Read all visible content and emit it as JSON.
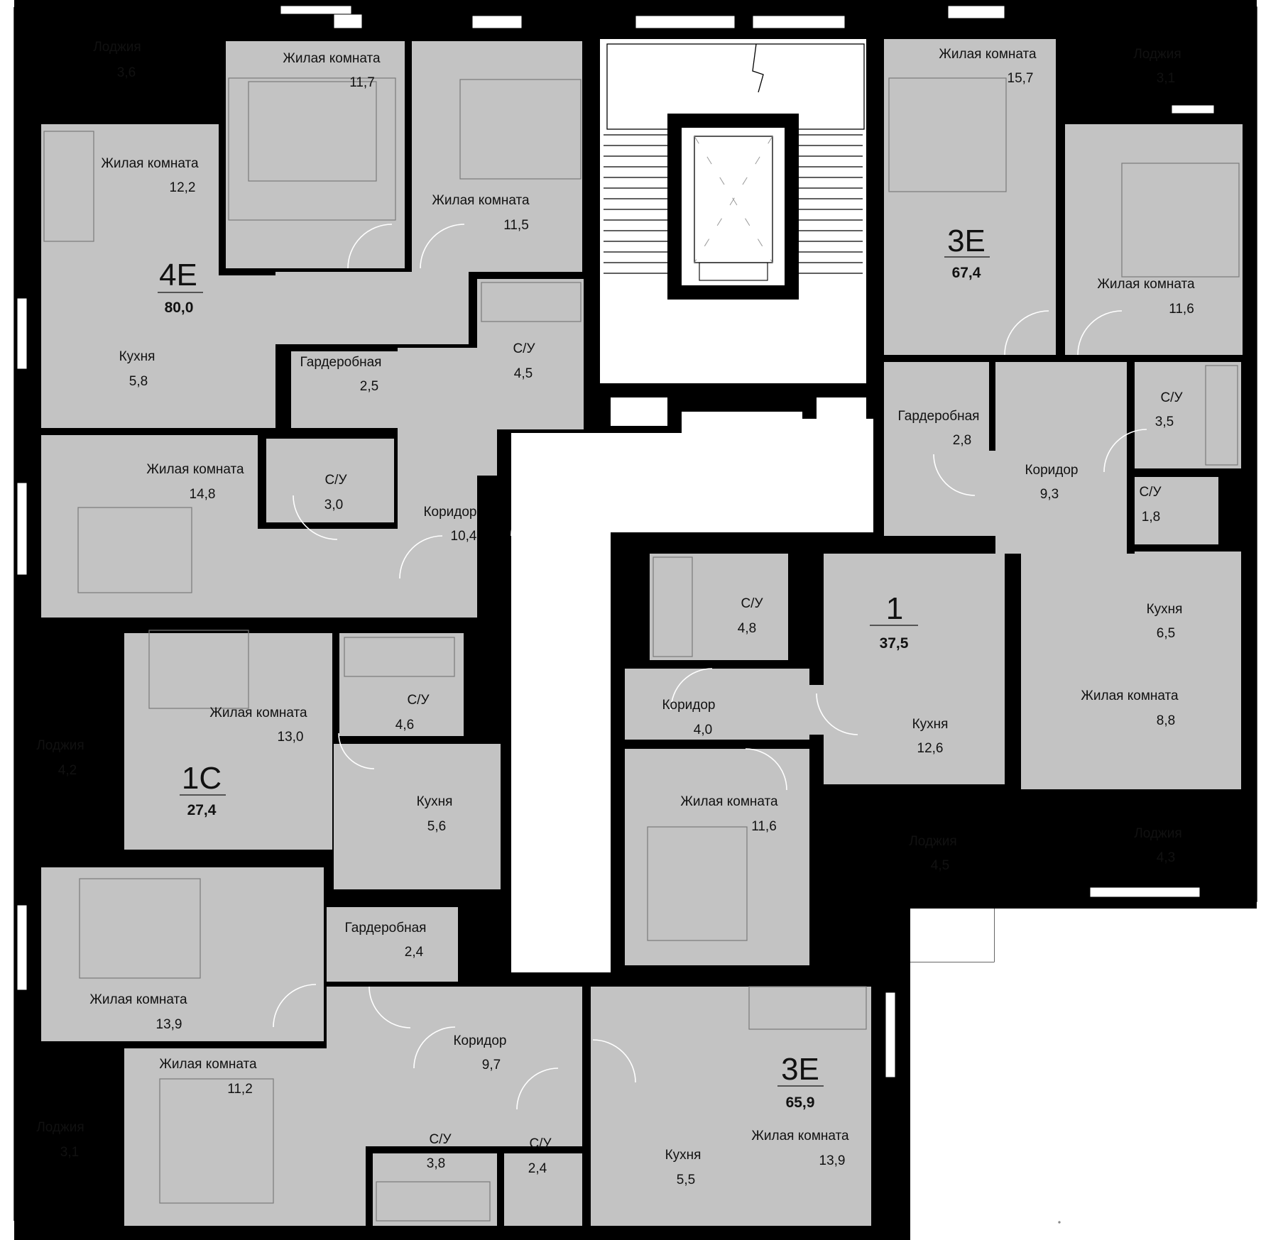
{
  "apartments": [
    {
      "code": "4E",
      "area": "80,0"
    },
    {
      "code": "3E",
      "area": "67,4"
    },
    {
      "code": "1",
      "area": "37,5"
    },
    {
      "code": "1С",
      "area": "27,4"
    },
    {
      "code": "3E",
      "area": "65,9"
    }
  ],
  "rooms": [
    {
      "name": "Лоджия",
      "area": "3,6"
    },
    {
      "name": "Жилая комната",
      "area": "11,7"
    },
    {
      "name": "Жилая комната",
      "area": "12,2"
    },
    {
      "name": "Жилая комната",
      "area": "11,5"
    },
    {
      "name": "Кухня",
      "area": "5,8"
    },
    {
      "name": "Гардеробная",
      "area": "2,5"
    },
    {
      "name": "С/У",
      "area": "4,5"
    },
    {
      "name": "Жилая комната",
      "area": "14,8"
    },
    {
      "name": "С/У",
      "area": "3,0"
    },
    {
      "name": "Коридор",
      "area": "10,4"
    },
    {
      "name": "Жилая комната",
      "area": "15,7"
    },
    {
      "name": "Лоджия",
      "area": "3,1"
    },
    {
      "name": "Жилая комната",
      "area": "11,6"
    },
    {
      "name": "Гардеробная",
      "area": "2,8"
    },
    {
      "name": "С/У",
      "area": "3,5"
    },
    {
      "name": "Коридор",
      "area": "9,3"
    },
    {
      "name": "С/У",
      "area": "1,8"
    },
    {
      "name": "Кухня",
      "area": "6,5"
    },
    {
      "name": "Жилая комната",
      "area": "8,8"
    },
    {
      "name": "С/У",
      "area": "4,8"
    },
    {
      "name": "Коридор",
      "area": "4,0"
    },
    {
      "name": "Кухня",
      "area": "12,6"
    },
    {
      "name": "Жилая комната",
      "area": "11,6"
    },
    {
      "name": "Лоджия",
      "area": "4,5"
    },
    {
      "name": "Лоджия",
      "area": "4,3"
    },
    {
      "name": "Жилая комната",
      "area": "13,0"
    },
    {
      "name": "С/У",
      "area": "4,6"
    },
    {
      "name": "Лоджия",
      "area": "4,2"
    },
    {
      "name": "Кухня",
      "area": "5,6"
    },
    {
      "name": "Гардеробная",
      "area": "2,4"
    },
    {
      "name": "Жилая комната",
      "area": "13,9"
    },
    {
      "name": "Коридор",
      "area": "9,7"
    },
    {
      "name": "Жилая комната",
      "area": "11,2"
    },
    {
      "name": "Лоджия",
      "area": "3,1"
    },
    {
      "name": "С/У",
      "area": "3,8"
    },
    {
      "name": "С/У",
      "area": "2,4"
    },
    {
      "name": "Кухня",
      "area": "5,5"
    },
    {
      "name": "Жилая комната",
      "area": "13,9"
    }
  ],
  "colors": {
    "room_fill": "#c3c3c3",
    "wall": "#000000",
    "loggia_hatch": "#d6d6d6",
    "background": "#ffffff"
  }
}
